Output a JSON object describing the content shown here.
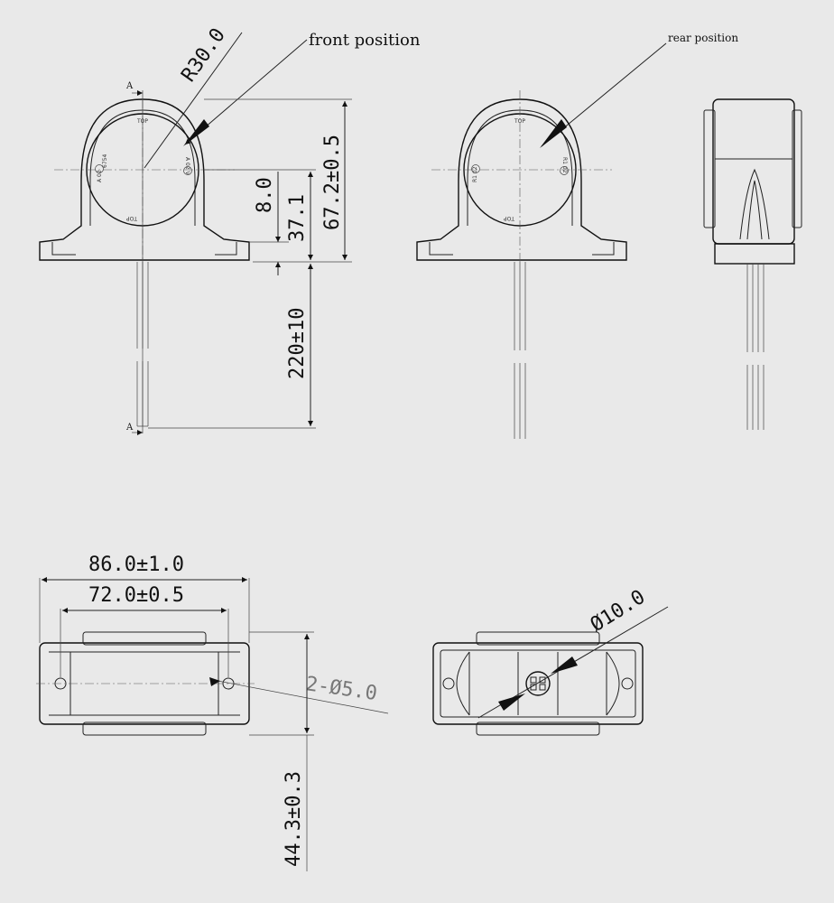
{
  "labels": {
    "front_position": "front position",
    "rear_position": "rear position",
    "section_a_top": "A",
    "section_a_bottom": "A"
  },
  "dimensions": {
    "radius": "R30.0",
    "height_total": "67.2±0.5",
    "height_center": "37.1",
    "height_base": "8.0",
    "cable_length": "220±10",
    "width_overall": "86.0±1.0",
    "hole_spacing": "72.0±0.5",
    "hole_diameter": "2-Ø5.0",
    "depth": "44.3±0.3",
    "diameter_center": "Ø10.0"
  },
  "marks": {
    "top": "TOP",
    "approval_front_left": "A 02",
    "approval_front_right": "A 02 V",
    "approval_code": "6754",
    "approval_rear_left": "R1 02",
    "approval_rear_right": "R1 02",
    "e_mark": "E9"
  }
}
